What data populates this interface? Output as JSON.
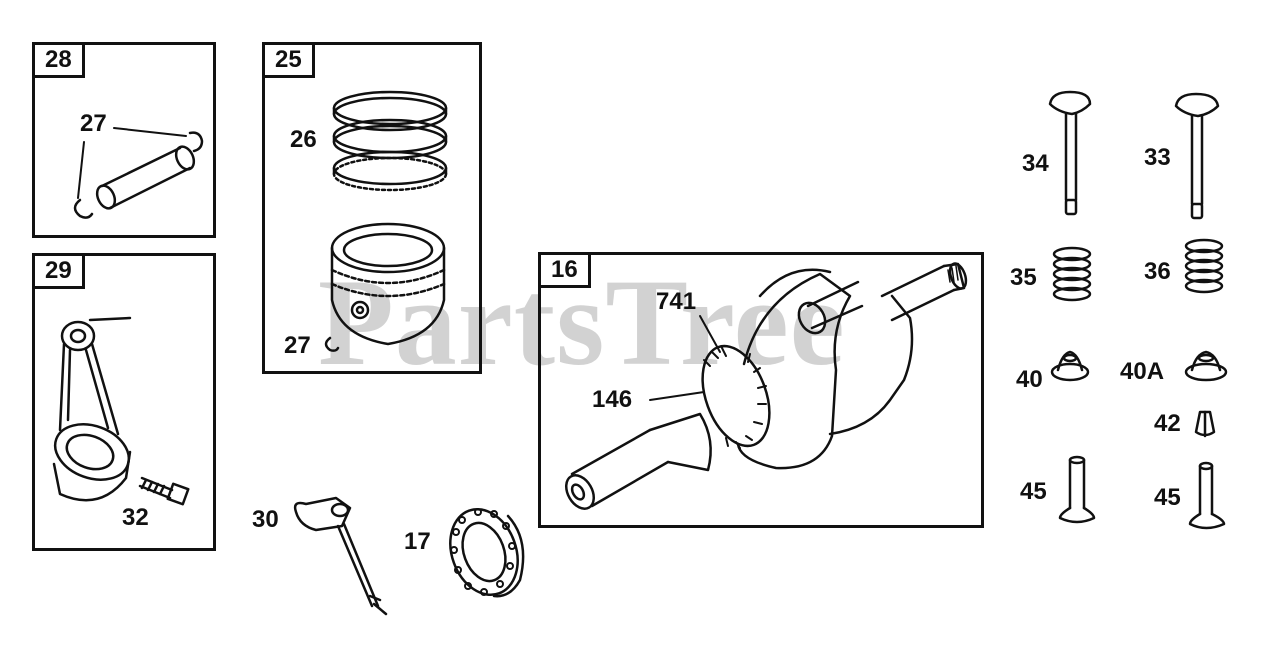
{
  "watermark": "PartsTree",
  "boxes": [
    {
      "id": "box28",
      "tag": "28"
    },
    {
      "id": "box25",
      "tag": "25"
    },
    {
      "id": "box29",
      "tag": "29"
    },
    {
      "id": "box16",
      "tag": "16"
    }
  ],
  "labels": {
    "l27a": "27",
    "l26": "26",
    "l27b": "27",
    "l32": "32",
    "l30": "30",
    "l17": "17",
    "l741": "741",
    "l146": "146",
    "l34": "34",
    "l33": "33",
    "l35": "35",
    "l36": "36",
    "l40": "40",
    "l40a": "40A",
    "l42": "42",
    "l45a": "45",
    "l45b": "45"
  }
}
